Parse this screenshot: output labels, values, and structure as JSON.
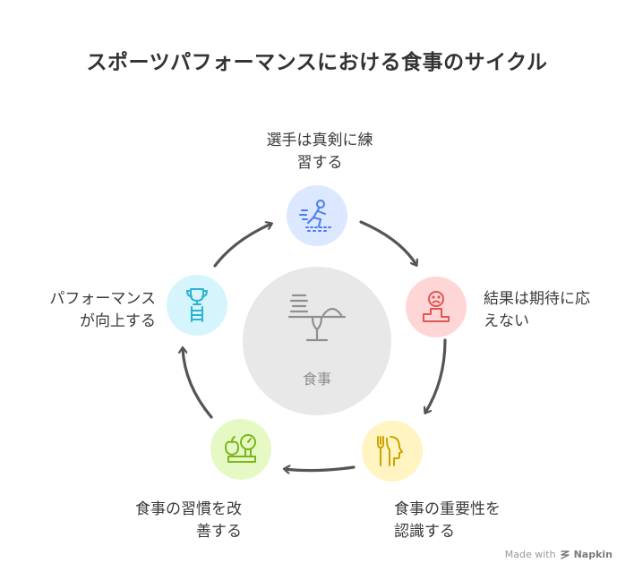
{
  "title": "スポーツパフォーマンスにおける食事のサイクル",
  "center": {
    "label": "食事"
  },
  "nodes": [
    {
      "id": "practice",
      "lines": [
        "選手は真剣に練",
        "習する"
      ],
      "color": "#dce8ff",
      "icon": "running-athlete-icon"
    },
    {
      "id": "result",
      "lines": [
        "結果は期待に応",
        "えない"
      ],
      "color": "#ffd6d6",
      "icon": "sad-face-podium-icon"
    },
    {
      "id": "recognize",
      "lines": [
        "食事の重要性を",
        "認識する"
      ],
      "color": "#fff4c2",
      "icon": "head-fork-icon"
    },
    {
      "id": "improve",
      "lines": [
        "食事の習慣を改",
        "善する"
      ],
      "color": "#e6f9c4",
      "icon": "apple-scale-icon"
    },
    {
      "id": "perform",
      "lines": [
        "パフォーマンス",
        "が向上する"
      ],
      "color": "#d6f4fb",
      "icon": "trophy-ladder-icon"
    }
  ],
  "footer": {
    "prefix": "Made with",
    "brand": "Napkin"
  }
}
